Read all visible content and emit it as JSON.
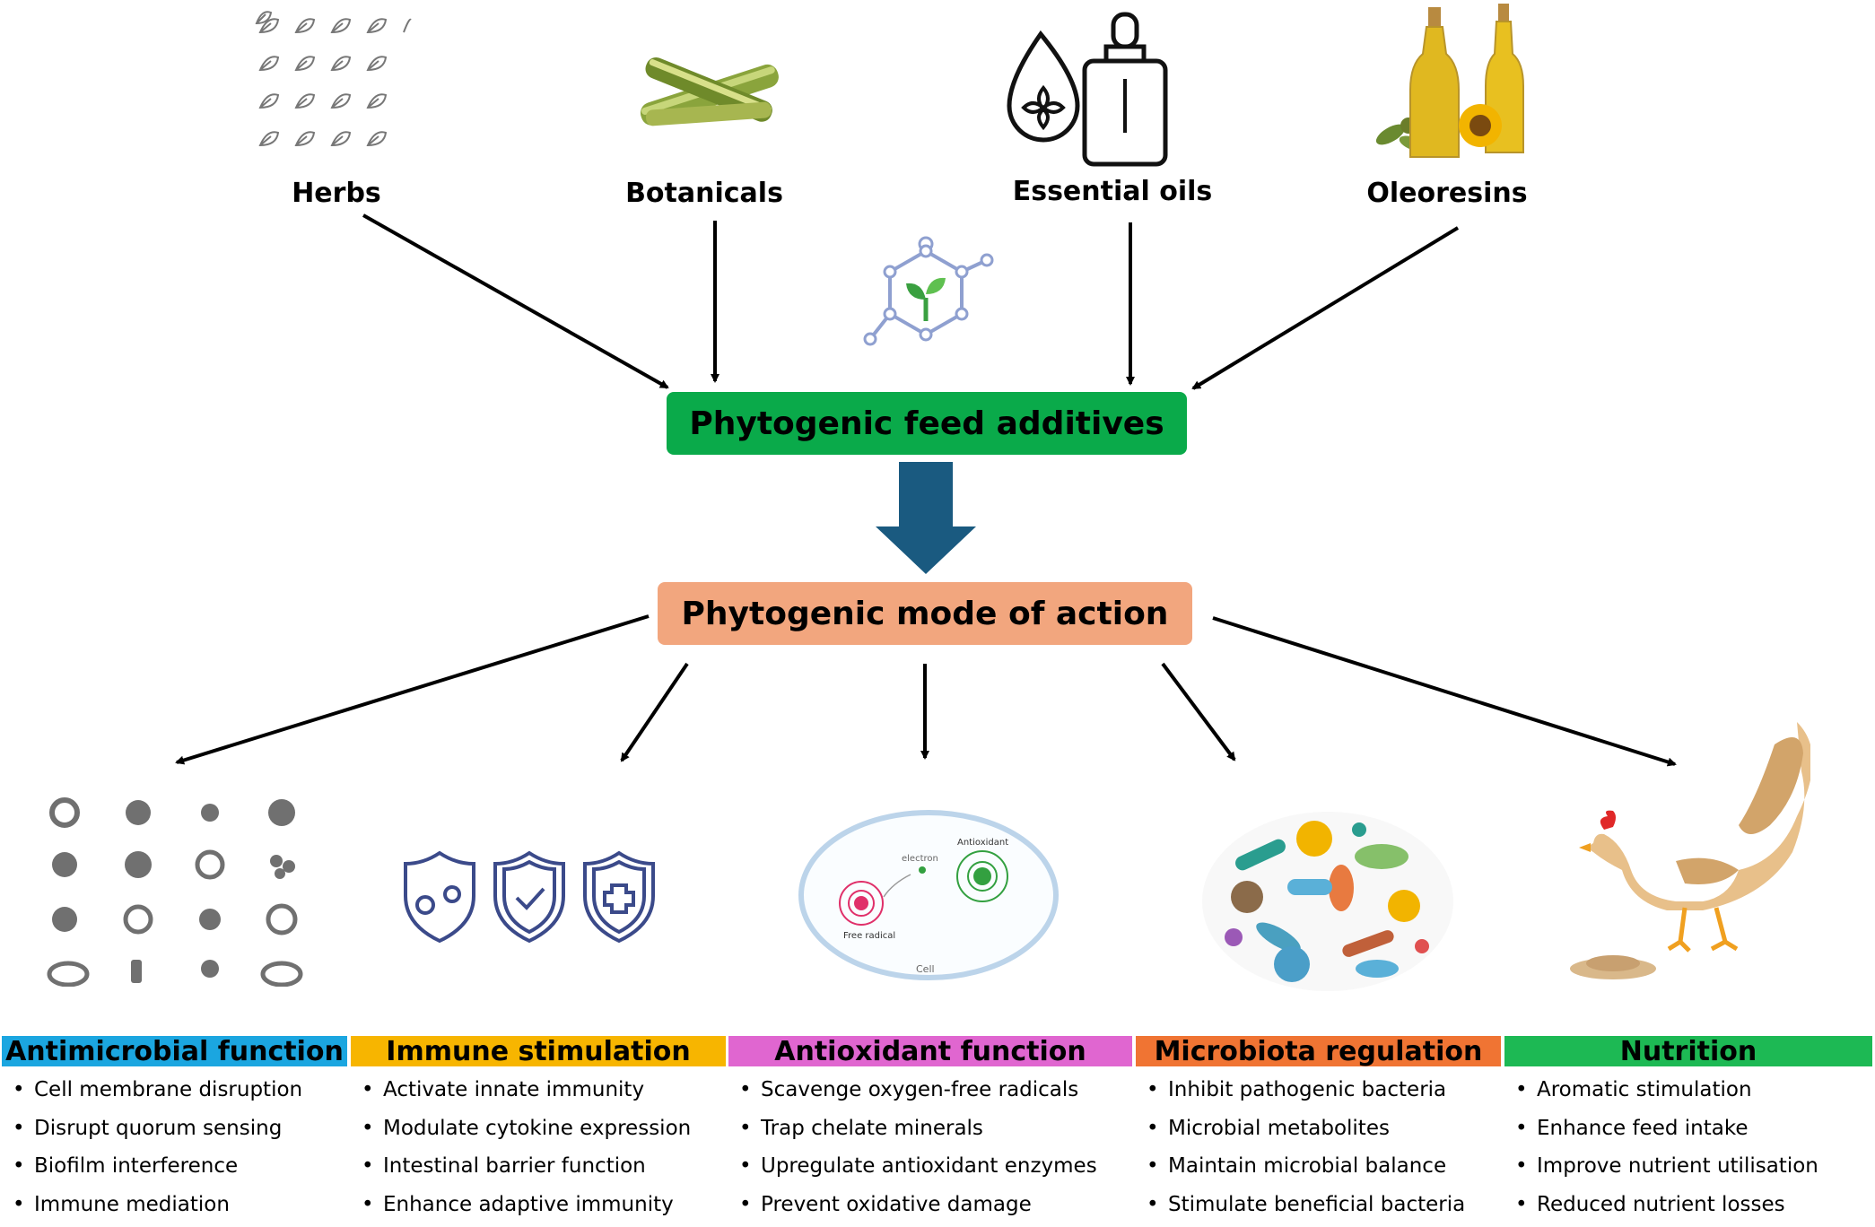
{
  "sources": [
    "Herbs",
    "Botanicals",
    "Essential oils",
    "Oleoresins"
  ],
  "center_box": "Phytogenic feed additives",
  "mode_box": "Phytogenic mode of action",
  "antioxidant_labels": {
    "electron": "electron",
    "antioxidant": "Antioxidant",
    "free_radical": "Free radical",
    "cell": "Cell"
  },
  "categories": [
    {
      "title": "Antimicrobial function",
      "color": "#1ba6e0",
      "items": [
        "Cell membrane disruption",
        "Disrupt quorum sensing",
        "Biofilm interference",
        "Immune mediation"
      ]
    },
    {
      "title": "Immune stimulation",
      "color": "#f7b500",
      "items": [
        "Activate innate immunity",
        "Modulate cytokine expression",
        "Intestinal barrier function",
        "Enhance adaptive immunity"
      ]
    },
    {
      "title": "Antioxidant function",
      "color": "#e066d0",
      "items": [
        "Scavenge oxygen-free radicals",
        "Trap chelate minerals",
        "Upregulate antioxidant enzymes",
        "Prevent oxidative damage"
      ]
    },
    {
      "title": "Microbiota regulation",
      "color": "#f07433",
      "items": [
        "Inhibit pathogenic bacteria",
        "Microbial metabolites",
        "Maintain microbial balance",
        "Stimulate beneficial bacteria"
      ]
    },
    {
      "title": "Nutrition",
      "color": "#1db954",
      "items": [
        "Aromatic stimulation",
        "Enhance feed intake",
        "Improve nutrient utilisation",
        "Reduced nutrient losses"
      ]
    }
  ],
  "colors": {
    "arrow_big": "#1a5a80",
    "line": "#000000",
    "icon_gray": "#666666",
    "icon_navy": "#3b4a8a"
  }
}
